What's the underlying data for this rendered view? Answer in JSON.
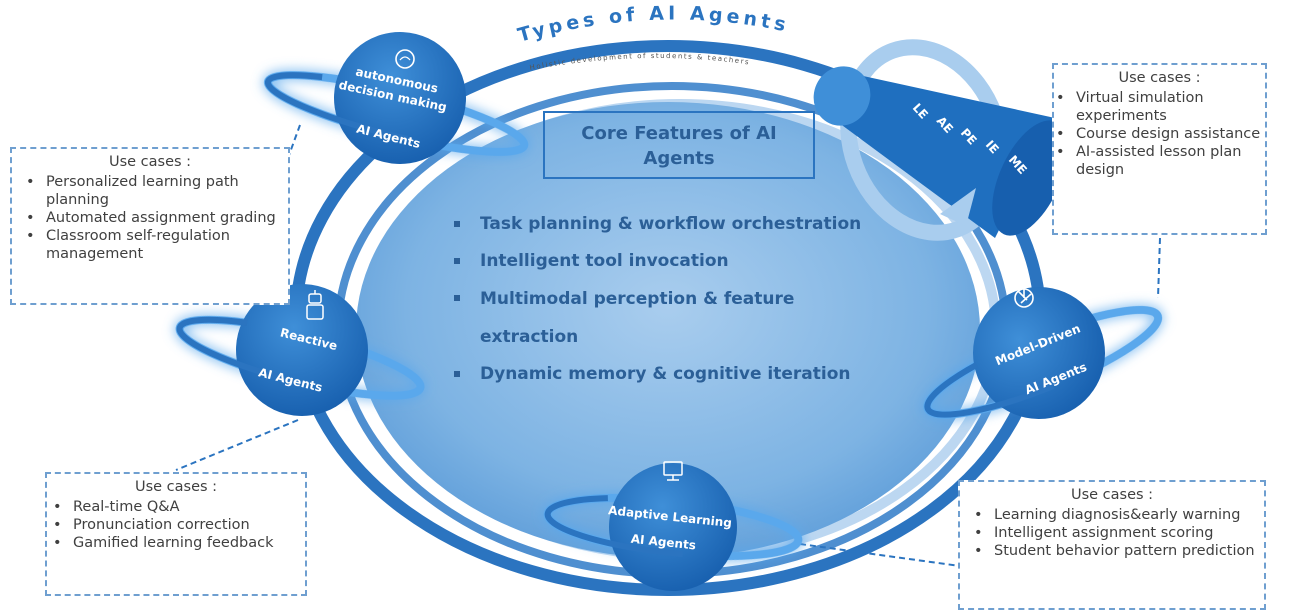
{
  "diagram": {
    "title": "Types of AI Agents",
    "subtitle": "Holistic development of students & teachers",
    "core": {
      "title": "Core Features of AI Agents",
      "features": [
        "Task planning & workflow orchestration",
        "Intelligent tool invocation",
        "Multimodal perception & feature extraction",
        "Dynamic memory & cognitive iteration"
      ]
    },
    "cylinder_labels": [
      "ME",
      "IE",
      "PE",
      "AE",
      "LE"
    ],
    "agents": [
      {
        "name": "autonomous decision making",
        "line1": "autonomous",
        "line2": "decision making",
        "ring_label": "AI Agents",
        "icon": "brain-icon"
      },
      {
        "name": "Reactive",
        "ring_label": "AI Agents",
        "icon": "robot-icon"
      },
      {
        "name": "Adaptive Learning",
        "ring_label": "AI Agents",
        "icon": "monitor-icon"
      },
      {
        "name": "Model-Driven",
        "ring_label": "AI Agents",
        "icon": "aperture-icon"
      }
    ],
    "use_cases": [
      {
        "header": "Use cases :",
        "items": [
          "Personalized learning path planning",
          "Automated assignment grading",
          "Classroom self-regulation management"
        ]
      },
      {
        "header": "Use cases :",
        "items": [
          "Virtual simulation experiments",
          "Course design assistance",
          "AI-assisted lesson plan design"
        ]
      },
      {
        "header": "Use cases :",
        "items": [
          "Real-time Q&A",
          "Pronunciation correction",
          "Gamified learning feedback"
        ]
      },
      {
        "header": "Use cases :",
        "items": [
          "Learning diagnosis&early warning",
          "Intelligent assignment scoring",
          "Student behavior pattern prediction"
        ]
      }
    ]
  }
}
